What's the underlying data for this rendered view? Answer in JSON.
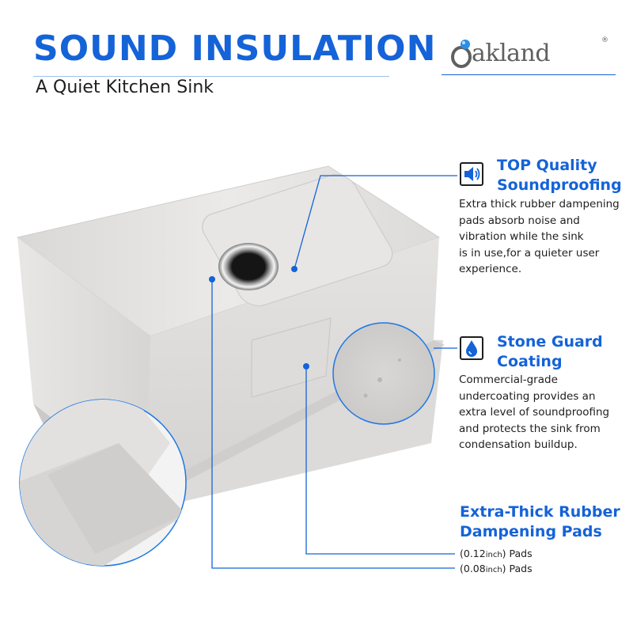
{
  "header": {
    "title": "SOUND INSULATION",
    "subtitle": "A Quiet Kitchen Sink"
  },
  "brand": {
    "name": "akland",
    "registered": "®"
  },
  "features": [
    {
      "title_line1": "TOP Quality",
      "title_line2": "Soundproofing",
      "icon": "speaker-icon",
      "description": [
        "Extra thick rubber dampening",
        "pads absorb noise and",
        "vibration while the sink",
        "is in use,for a quieter user",
        "experience."
      ]
    },
    {
      "title_line1": "Stone Guard",
      "title_line2": "Coating",
      "icon": "water-drop-icon",
      "description": [
        "Commercial-grade",
        "undercoating provides an",
        "extra level of soundproofing",
        "and protects the sink from",
        "condensation buildup."
      ]
    },
    {
      "title_line1": "Extra-Thick Rubber",
      "title_line2": "Dampening Pads",
      "pads": [
        {
          "open": "(0.12",
          "unit": "inch",
          "close": ") Pads"
        },
        {
          "open": "(0.08",
          "unit": "inch",
          "close": ") Pads"
        }
      ]
    }
  ],
  "colors": {
    "accent": "#1463d8",
    "text": "#1e1e1e",
    "sink": "#e6e4e1"
  }
}
